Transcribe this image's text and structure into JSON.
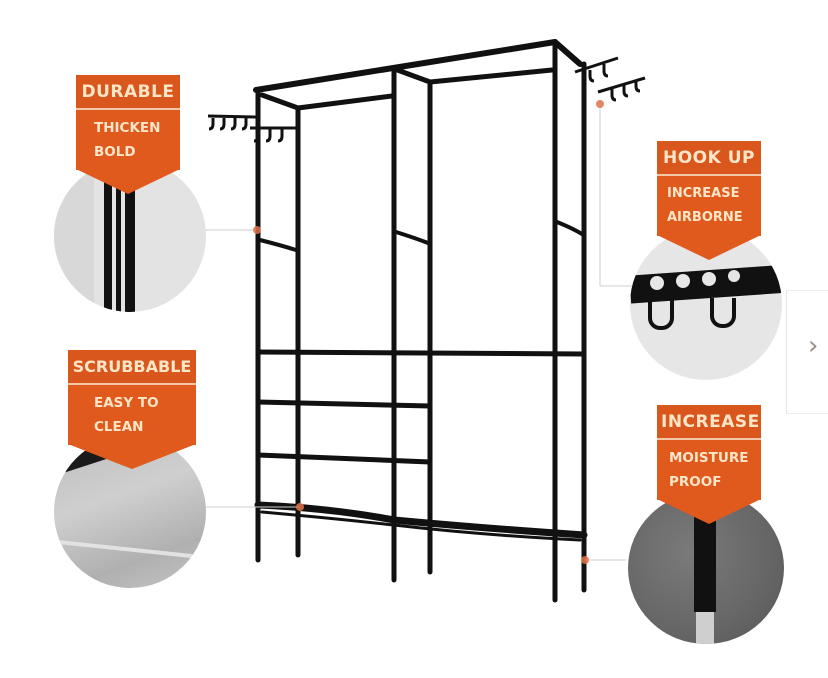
{
  "image": {
    "description": "Black metal clothes rack with hooks and shelves, product feature infographic",
    "background": "#ffffff",
    "accent_color": "#e05a1e",
    "badge_text_color": "#fbe6c8"
  },
  "callouts": [
    {
      "id": "durable",
      "title": "DURABLE",
      "lines": [
        "THICKEN",
        "BOLD"
      ],
      "position": "top-left",
      "detail": "thick black tubes close-up"
    },
    {
      "id": "scrubbable",
      "title": "SCRUBBABLE",
      "lines": [
        "EASY TO",
        "CLEAN"
      ],
      "position": "bottom-left",
      "detail": "grey fabric shelf close-up"
    },
    {
      "id": "hook-up",
      "title": "HOOK UP",
      "lines": [
        "INCREASE",
        "AIRBORNE"
      ],
      "position": "top-right",
      "detail": "hook bar close-up"
    },
    {
      "id": "increase",
      "title": "INCREASE",
      "lines": [
        "MOISTURE",
        "PROOF"
      ],
      "position": "bottom-right",
      "detail": "tube foot on grey floor close-up"
    }
  ],
  "navigation": {
    "next_icon": "chevron-right-icon",
    "next_glyph": "›"
  }
}
